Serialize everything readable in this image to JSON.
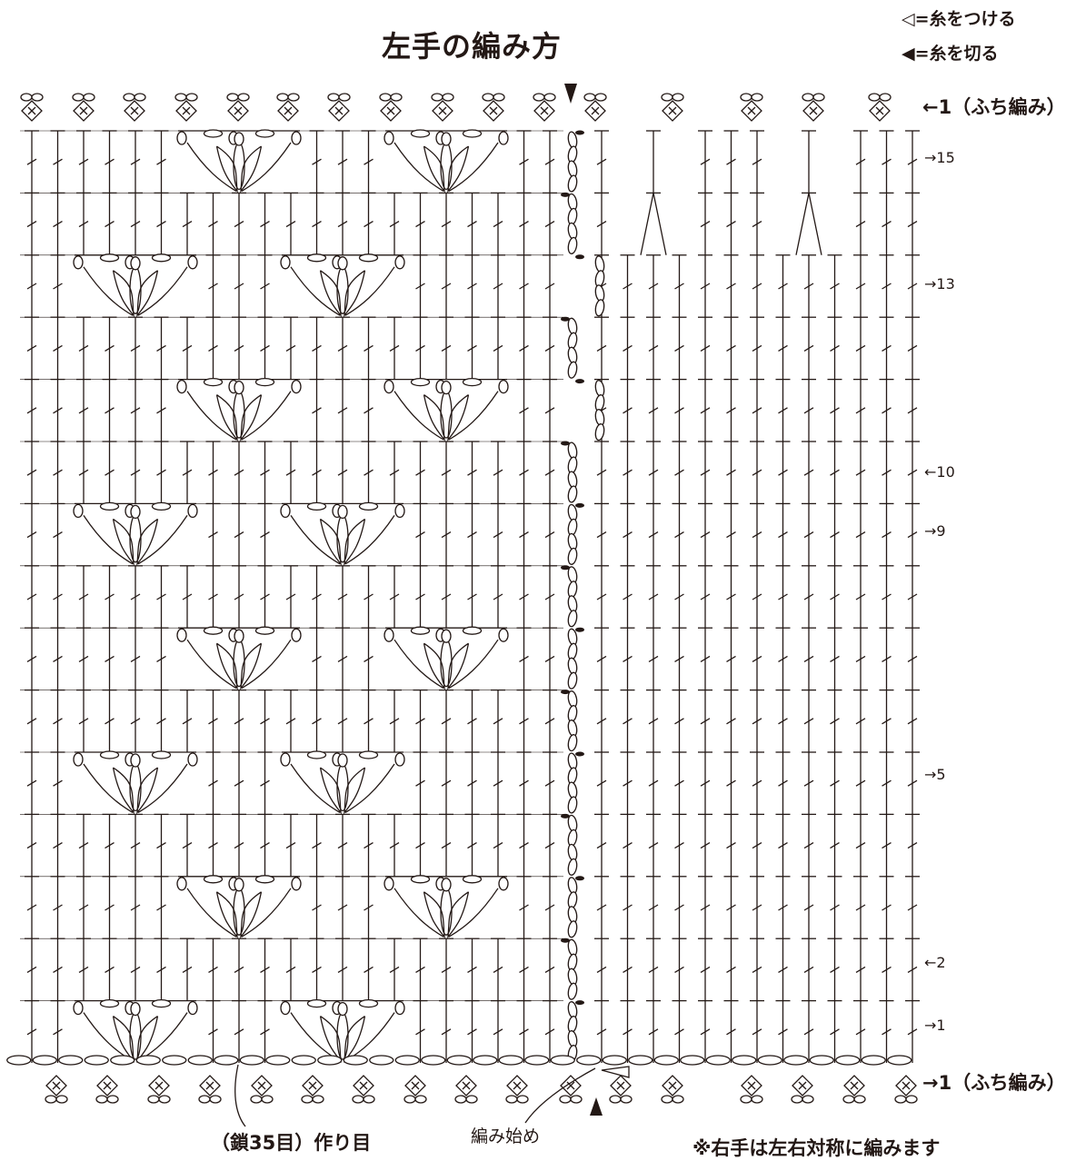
{
  "title": "左手の編み方",
  "legend": {
    "attach_symbol": "◁",
    "attach_text": "=糸をつける",
    "cut_symbol": "◀",
    "cut_text": "=糸を切る"
  },
  "edge_top_label": "←1（ふち編み）",
  "edge_bottom_label": "→1（ふち編み）",
  "row_labels": [
    "→15",
    "→13",
    "←10",
    "→9",
    "→5",
    "←2",
    "→1"
  ],
  "foundation_label": "（鎖35目）作り目",
  "start_label": "編み始め",
  "note": "※右手は左右対称に編みます",
  "colors": {
    "ink": "#231815",
    "background": "#ffffff"
  }
}
